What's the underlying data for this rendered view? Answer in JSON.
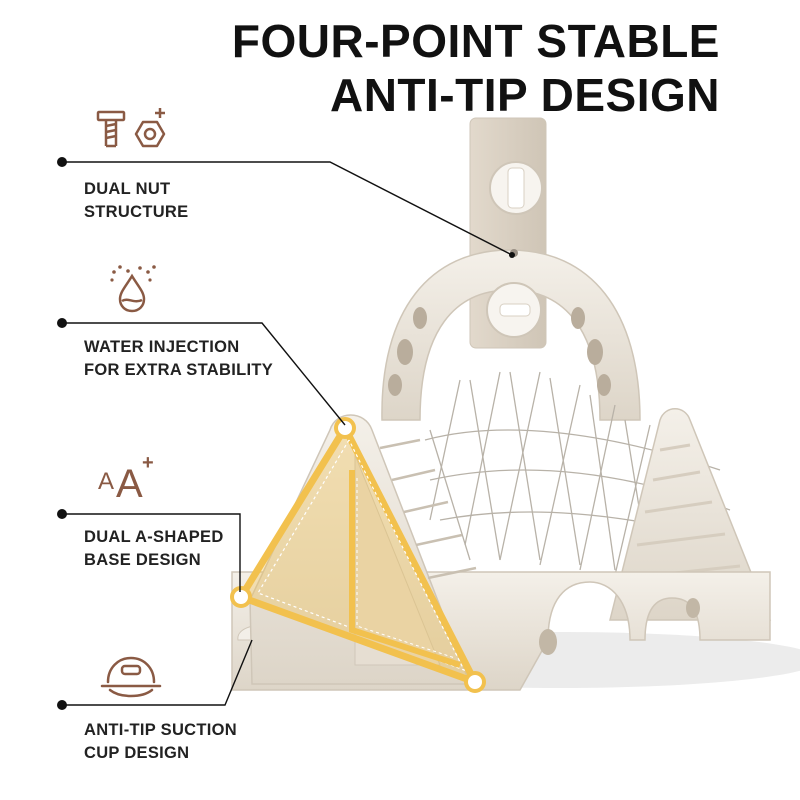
{
  "title": {
    "line1": "FOUR-POINT STABLE",
    "line2": "ANTI-TIP DESIGN"
  },
  "features": [
    {
      "icon": "bolt-nut-icon",
      "line1": "DUAL NUT",
      "line2": "STRUCTURE"
    },
    {
      "icon": "water-drop-icon",
      "line1": "WATER INJECTION",
      "line2": "FOR EXTRA STABILITY"
    },
    {
      "icon": "a-shape-icon",
      "line1": "DUAL A-SHAPED",
      "line2": "BASE DESIGN"
    },
    {
      "icon": "suction-cup-icon",
      "line1": "ANTI-TIP SUCTION",
      "line2": "CUP DESIGN"
    }
  ],
  "icon_glyphs": {
    "a_small": "A",
    "a_large": "A",
    "plus": "+"
  },
  "colors": {
    "icon_brown": "#8a5a44",
    "highlight_yellow": "#f2c14e",
    "product_cream": "#ede7dc",
    "leader_line": "#111111"
  }
}
